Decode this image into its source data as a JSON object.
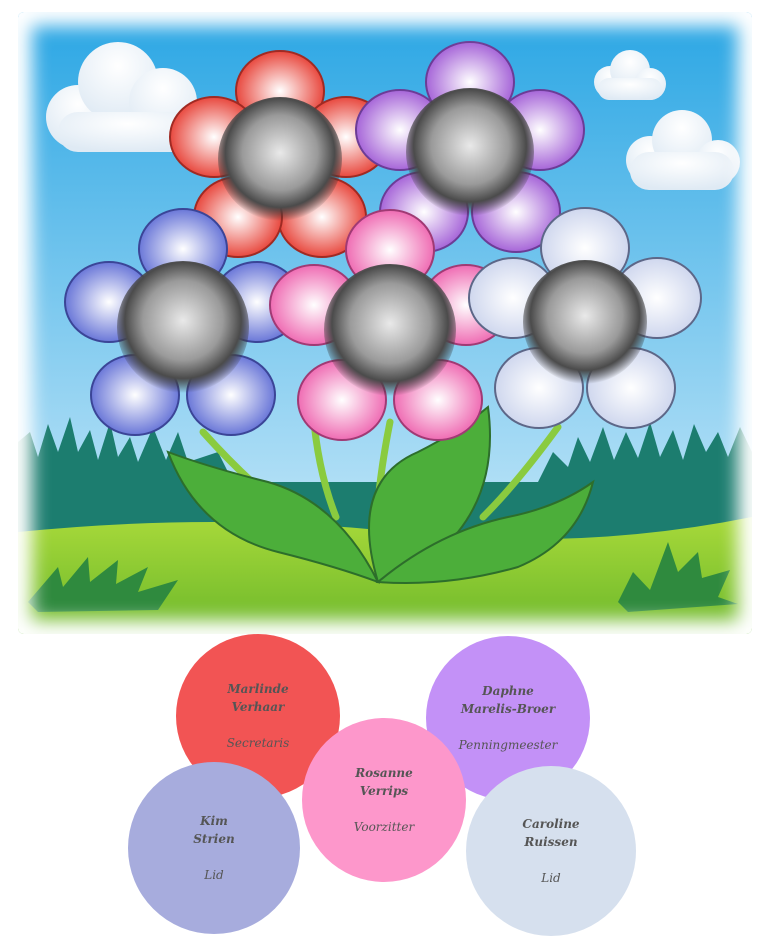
{
  "colors": {
    "sky_top": "#2aa6e4",
    "sky_bottom": "#d9f0fb",
    "grass_dark": "#1c7d6f",
    "grass_light": "#8ccf27",
    "leaf": "#4cae3a",
    "stem": "#8acb3f"
  },
  "flowers": [
    {
      "id": "red",
      "color": "#e8483e",
      "portrait": "portrait-photo"
    },
    {
      "id": "purple",
      "color": "#a665d8",
      "portrait": "portrait-photo"
    },
    {
      "id": "blue",
      "color": "#6a77d8",
      "portrait": "portrait-photo"
    },
    {
      "id": "pink",
      "color": "#ef6cb3",
      "portrait": "portrait-photo"
    },
    {
      "id": "white",
      "color": "#e6ecf7",
      "portrait": "portrait-photo"
    }
  ],
  "members": [
    {
      "name": "Marlinde\nVerhaar",
      "role": "Secretaris",
      "color": "#f25454"
    },
    {
      "name": "Daphne\nMarelis-Broer",
      "role": "Penningmeester",
      "color": "#c391f7"
    },
    {
      "name": "Rosanne\nVerrips",
      "role": "Voorzitter",
      "color": "#fd97cb"
    },
    {
      "name": "Kim\nStrien",
      "role": "Lid",
      "color": "#a7acdd"
    },
    {
      "name": "Caroline\nRuissen",
      "role": "Lid",
      "color": "#d6e0ee"
    }
  ]
}
